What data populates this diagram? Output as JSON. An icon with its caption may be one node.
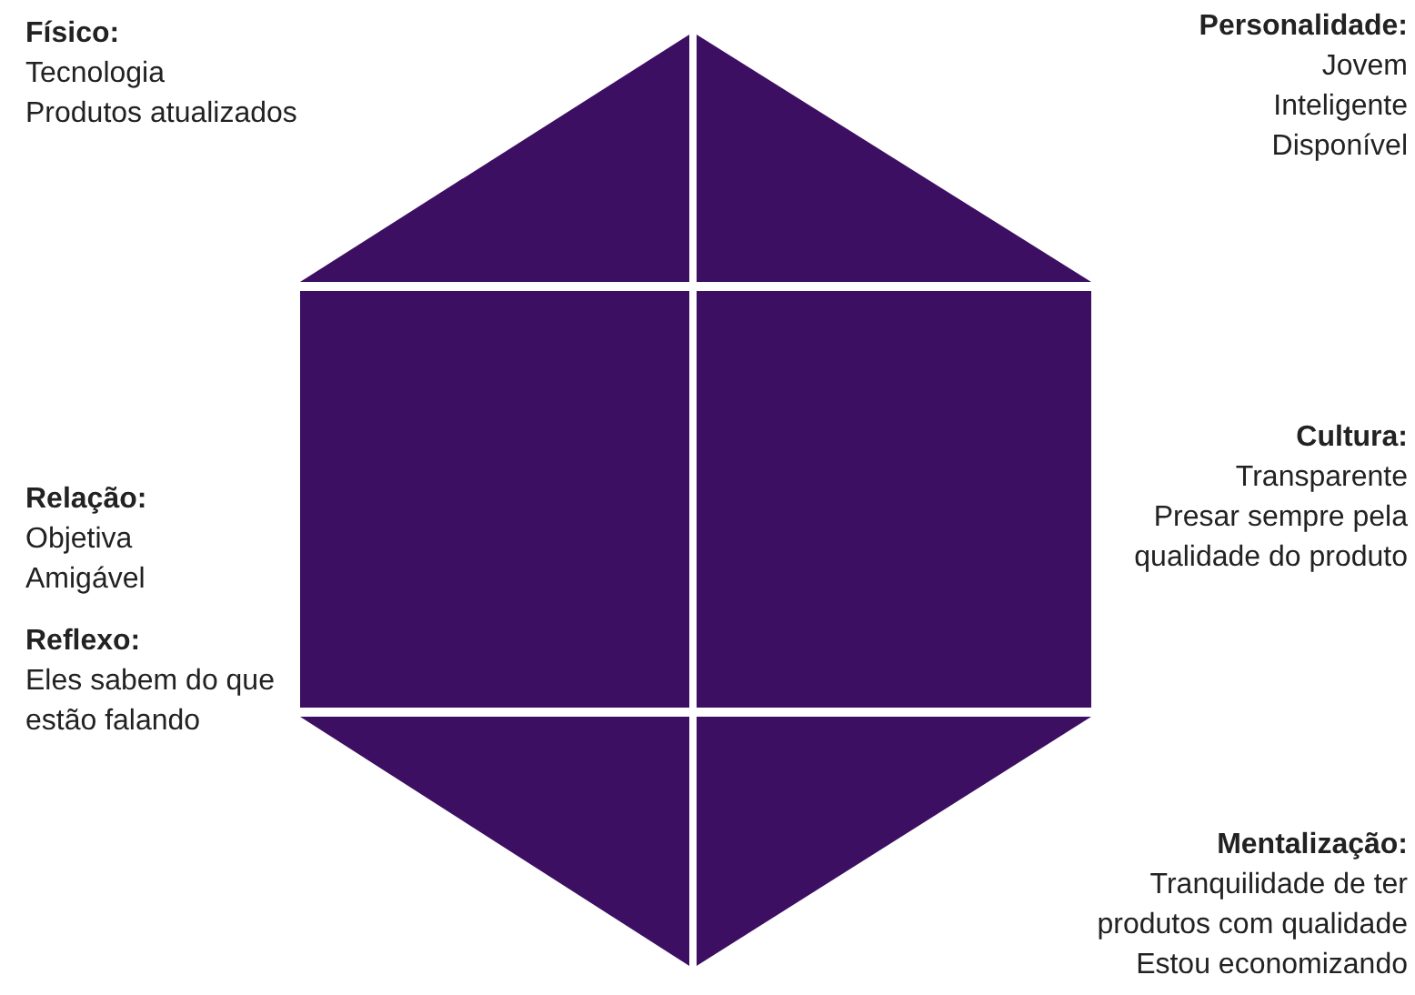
{
  "diagram": {
    "labels": [
      "Físico:",
      "Tecnologia",
      "Produtos atualizados",
      "Personalidade:",
      "Jovem",
      "Inteligente",
      "Disponível",
      "Relação:",
      "Objetiva",
      "Amigável",
      "Cultura:",
      "Transparente",
      "Presar sempre pela qualidade do produto",
      "Reflexo:",
      "Eles sabem do que estão falando",
      "Mentalização:",
      "Tranquilidade de ter produtos com qualidade",
      "Estou economizando"
    ]
  }
}
